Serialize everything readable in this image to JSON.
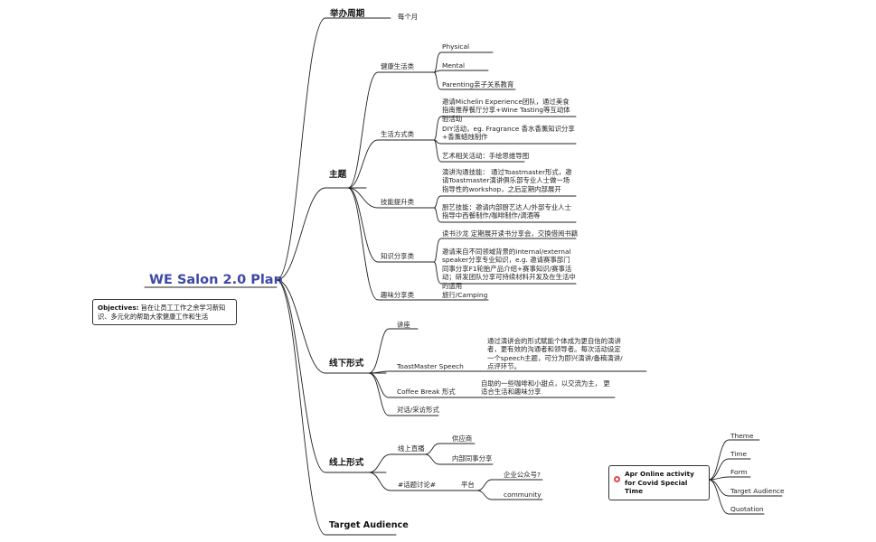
{
  "title": "WE Salon 2.0 Plan",
  "objectives": {
    "label": "Objectives:",
    "text": " 旨在让员工工作之余学习新知识、多元化的帮助大家健康工作和生活"
  },
  "branches": {
    "cycle": {
      "label": "举办周期",
      "value": "每个月"
    },
    "theme": {
      "label": "主题",
      "health": {
        "label": "健康生活类",
        "items": [
          "Physical",
          "Mental",
          "Parenting亲子关系教育"
        ]
      },
      "lifestyle": {
        "label": "生活方式类",
        "items": [
          "邀请Michelin Experience团队，通过美食指南推荐餐厅分享+Wine Tasting等互动体验活动",
          "DIY活动，eg. Fragrance 香水香薰知识分享+香薰蜡烛制作",
          "艺术相关活动：手绘思维导图"
        ]
      },
      "skill": {
        "label": "技能提升类",
        "items": [
          "演讲沟通技能：   通过Toastmaster形式，邀请Toastmaster演讲俱乐部专业人士做一场指导性的workshop，之后定期内部展开",
          "厨艺技能：邀请内部厨艺达人/外部专业人士 指导中西餐制作/咖啡制作/调酒等"
        ]
      },
      "knowledge": {
        "label": "知识分享类",
        "items": [
          "读书沙龙 定期展开读书分享会，交换借阅书籍",
          "邀请来自不同领域背景的internal/external speaker分享专业知识，e.g. 邀请赛事部门同事分享F1轮胎产品介绍+赛事知识/赛事活动；研发团队分享可持续材料开发及在生活中的运用"
        ]
      },
      "fun": {
        "label": "趣味分享类",
        "item": "旅行/Camping"
      }
    },
    "offline": {
      "label": "线下形式",
      "lecture": "讲座",
      "toastmaster": {
        "label": "ToastMaster Speech",
        "desc": "通过演讲会的形式赋能个体成为更自信的演讲者，更有效的沟通者和领导者。每次活动设定一个speech主题，可分为即兴演讲/备稿演讲/点评环节。"
      },
      "coffee": {
        "label": "Coffee Break 形式",
        "desc": "自助的一些咖啡和小甜点，以交流为主， 更适合生活和趣味分享"
      },
      "dialogue": "对话/采访形式"
    },
    "online": {
      "label": "线上形式",
      "live": {
        "label": "线上直播",
        "items": [
          "供应商",
          "内部同事分享"
        ]
      },
      "topic": {
        "label": "#话题讨论#",
        "platform": "平台",
        "items": [
          "企业公众号?",
          "community"
        ]
      }
    },
    "audience": {
      "label": "Target Audience"
    }
  },
  "apr": {
    "title": "Apr Online activity for Covid Special Time",
    "items": [
      "Theme",
      "Time",
      "Form",
      "Target Audience",
      "Quotation"
    ]
  }
}
